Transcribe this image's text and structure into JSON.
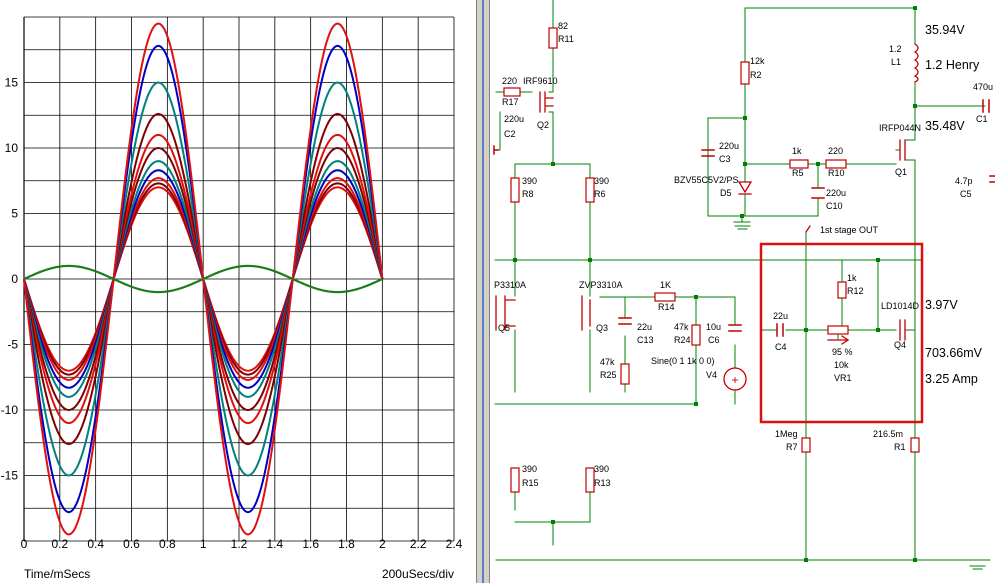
{
  "chart_data": {
    "type": "line",
    "x_ticks": [
      "0",
      "0.2",
      "0.4",
      "0.6",
      "0.8",
      "1",
      "1.2",
      "1.4",
      "1.6",
      "1.8",
      "2",
      "2.2",
      "2.4"
    ],
    "y_ticks": [
      "15",
      "10",
      "5",
      "0",
      "-5",
      "-10",
      "-15"
    ],
    "xlim": [
      0,
      2.4
    ],
    "ylim": [
      -20,
      20
    ],
    "xlabel": "Time/mSecs",
    "xscale_label": "200uSecs/div",
    "grid": true,
    "period_ms": 1.0,
    "x_end": 2.0,
    "input_series": {
      "amplitude": -1.0,
      "color": "#1a7f1a"
    },
    "series": [
      {
        "amplitude": 7.0,
        "color": "#e01010"
      },
      {
        "amplitude": 7.3,
        "color": "#800000"
      },
      {
        "amplitude": 7.7,
        "color": "#e01010"
      },
      {
        "amplitude": 8.3,
        "color": "#0000c0"
      },
      {
        "amplitude": 9.0,
        "color": "#008080"
      },
      {
        "amplitude": 10.0,
        "color": "#800000"
      },
      {
        "amplitude": 11.0,
        "color": "#e01010"
      },
      {
        "amplitude": 12.6,
        "color": "#800000"
      },
      {
        "amplitude": 15.0,
        "color": "#008080"
      },
      {
        "amplitude": 17.8,
        "color": "#0000c0"
      },
      {
        "amplitude": 19.5,
        "color": "#e01010"
      }
    ]
  },
  "schematic": {
    "labels": {
      "r11_val": "82",
      "r11": "R11",
      "r17_val": "220",
      "r17": "R17",
      "q2_part": "IRF9610",
      "q2": "Q2",
      "c2_val": "220u",
      "c2": "C2",
      "r2_val": "12k",
      "r2": "R2",
      "c3_val": "220u",
      "c3": "C3",
      "r5_val": "1k",
      "r5": "R5",
      "r10_val": "220",
      "r10": "R10",
      "d5_part": "BZV55C5V2/PS",
      "d5": "D5",
      "c10_val": "220u",
      "c10": "C10",
      "l1_val": "1.2",
      "l1": "L1",
      "v_top": "35.94V",
      "l_henry": "1.2 Henry",
      "c_right_val": "470u",
      "c_right": "C1",
      "q1_part": "IRFP044N",
      "q1": "Q1",
      "v_mid": "35.48V",
      "c5_val": "4.7p",
      "c5": "C5",
      "r8_val": "390",
      "r8": "R8",
      "r6_val": "390",
      "r6": "R6",
      "stage_out": "1st stage OUT",
      "q5_part": "P3310A",
      "q5": "Q5",
      "q3_part": "ZVP3310A",
      "q3": "Q3",
      "r14_val": "1K",
      "r14": "R14",
      "c13_val": "22u",
      "c13": "C13",
      "r24_val": "47k",
      "r24": "R24",
      "c6_val": "10u",
      "c6": "C6",
      "r25_val": "47k",
      "r25": "R25",
      "v4_sine": "Sine(0 1 1k 0 0)",
      "v4": "V4",
      "r12_val": "1k",
      "r12": "R12",
      "q4_part": "LD1014D",
      "q4": "Q4",
      "v_q4": "3.97V",
      "c4_val": "22u",
      "c4": "C4",
      "vr1_pct": "95 %",
      "vr1_val": "10k",
      "vr1": "VR1",
      "v_out": "703.66mV",
      "amp": "3.25 Amp",
      "r7_val": "1Meg",
      "r7": "R7",
      "r1_val": "216.5m",
      "r1": "R1",
      "r15_val": "390",
      "r15": "R15",
      "r13_val": "390",
      "r13": "R13"
    }
  }
}
